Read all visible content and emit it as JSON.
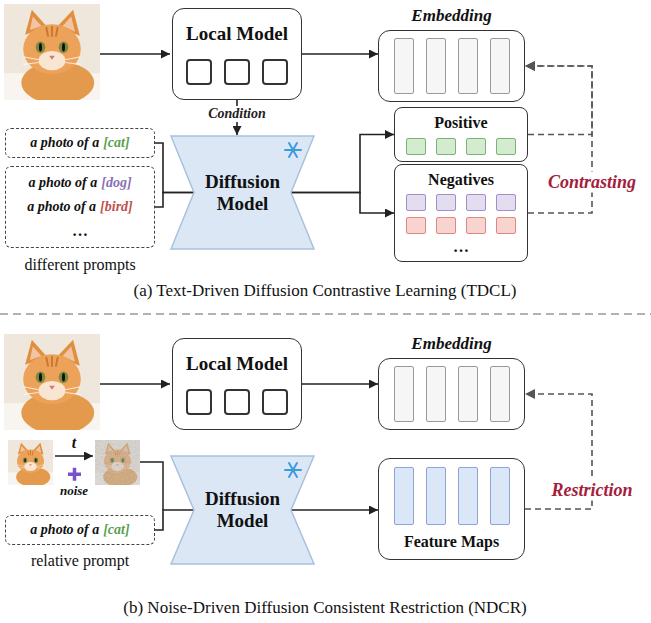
{
  "diagram": {
    "nodes": [
      {
        "text": [
          "Local Model"
        ]
      },
      {
        "text": [
          "Embedding"
        ]
      },
      {
        "text": [
          "Diffusion Model"
        ]
      },
      {
        "text": [
          "Positive"
        ]
      },
      {
        "text": [
          "Negatives",
          "…"
        ]
      },
      {
        "text": [
          "a photo of a",
          "[cat]"
        ]
      },
      {
        "text": [
          "a photo of a",
          "[dog]",
          "a photo of a",
          "[bird]",
          "…"
        ]
      },
      {
        "text": [
          "Local Model"
        ]
      },
      {
        "text": [
          "Embedding"
        ]
      },
      {
        "text": [
          "Diffusion Model"
        ]
      },
      {
        "text": [
          "Feature Maps"
        ]
      },
      {
        "text": [
          "a photo of a",
          "[cat]"
        ]
      }
    ],
    "edges": [
      {
        "from": 0,
        "to": 1,
        "arrow": "to"
      },
      {
        "from": 0,
        "to": 2,
        "label": "Condition",
        "arrow": "to"
      },
      {
        "from": 5,
        "to": 2,
        "arrow": "none"
      },
      {
        "from": 6,
        "to": 2,
        "arrow": "none"
      },
      {
        "from": 2,
        "to": 3,
        "arrow": "to"
      },
      {
        "from": 2,
        "to": 4,
        "arrow": "to"
      },
      {
        "from": 3,
        "to": 1,
        "label": "Contrasting",
        "arrow": "to"
      },
      {
        "from": 4,
        "to": 1,
        "arrow": "to"
      },
      {
        "from": 7,
        "to": 8,
        "arrow": "to"
      },
      {
        "from": 11,
        "to": 9,
        "arrow": "none"
      },
      {
        "from": 9,
        "to": 10,
        "arrow": "to"
      },
      {
        "from": 10,
        "to": 8,
        "label": "Restriction",
        "arrow": "to"
      }
    ],
    "labels": [
      "different prompts",
      "(a) Text-Driven Diffusion Contrastive Learning (TDCL)",
      "t",
      "noise",
      "relative prompt",
      "(b) Noise-Driven Diffusion Consistent Restriction (NDCR)"
    ]
  }
}
